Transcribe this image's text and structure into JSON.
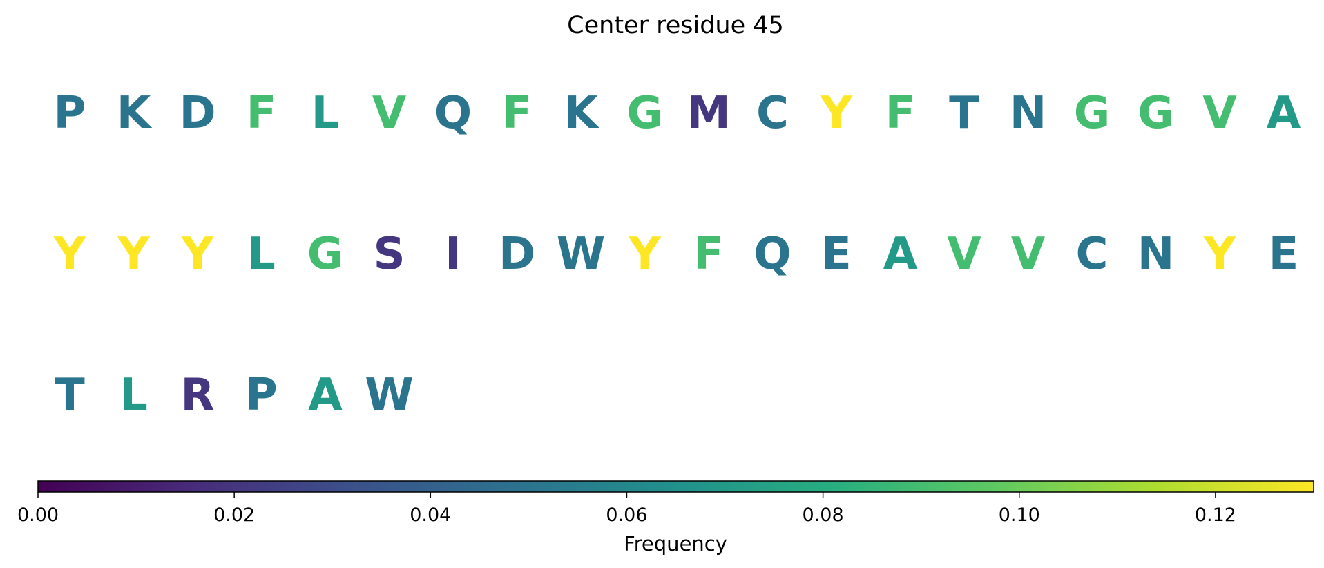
{
  "chart_data": {
    "type": "heatmap",
    "title": "Center residue 45",
    "letters": [
      "P",
      "K",
      "D",
      "F",
      "L",
      "V",
      "Q",
      "F",
      "K",
      "G",
      "M",
      "C",
      "Y",
      "F",
      "T",
      "N",
      "G",
      "G",
      "V",
      "A",
      "Y",
      "Y",
      "Y",
      "L",
      "G",
      "S",
      "I",
      "D",
      "W",
      "Y",
      "F",
      "Q",
      "E",
      "A",
      "V",
      "V",
      "C",
      "N",
      "Y",
      "E",
      "T",
      "L",
      "R",
      "P",
      "A",
      "W"
    ],
    "values": [
      0.05,
      0.05,
      0.05,
      0.09,
      0.07,
      0.09,
      0.05,
      0.09,
      0.05,
      0.09,
      0.02,
      0.05,
      0.13,
      0.09,
      0.05,
      0.05,
      0.09,
      0.09,
      0.09,
      0.07,
      0.13,
      0.13,
      0.13,
      0.07,
      0.09,
      0.02,
      0.02,
      0.05,
      0.05,
      0.13,
      0.09,
      0.05,
      0.05,
      0.07,
      0.09,
      0.09,
      0.05,
      0.05,
      0.13,
      0.05,
      0.05,
      0.07,
      0.02,
      0.05,
      0.07,
      0.05
    ],
    "letters_per_row": 20,
    "colorbar": {
      "label": "Frequency",
      "vmin": 0,
      "vmax": 0.13,
      "ticks": [
        "0.00",
        "0.02",
        "0.04",
        "0.06",
        "0.08",
        "0.10",
        "0.12"
      ],
      "colormap": "viridis"
    }
  }
}
